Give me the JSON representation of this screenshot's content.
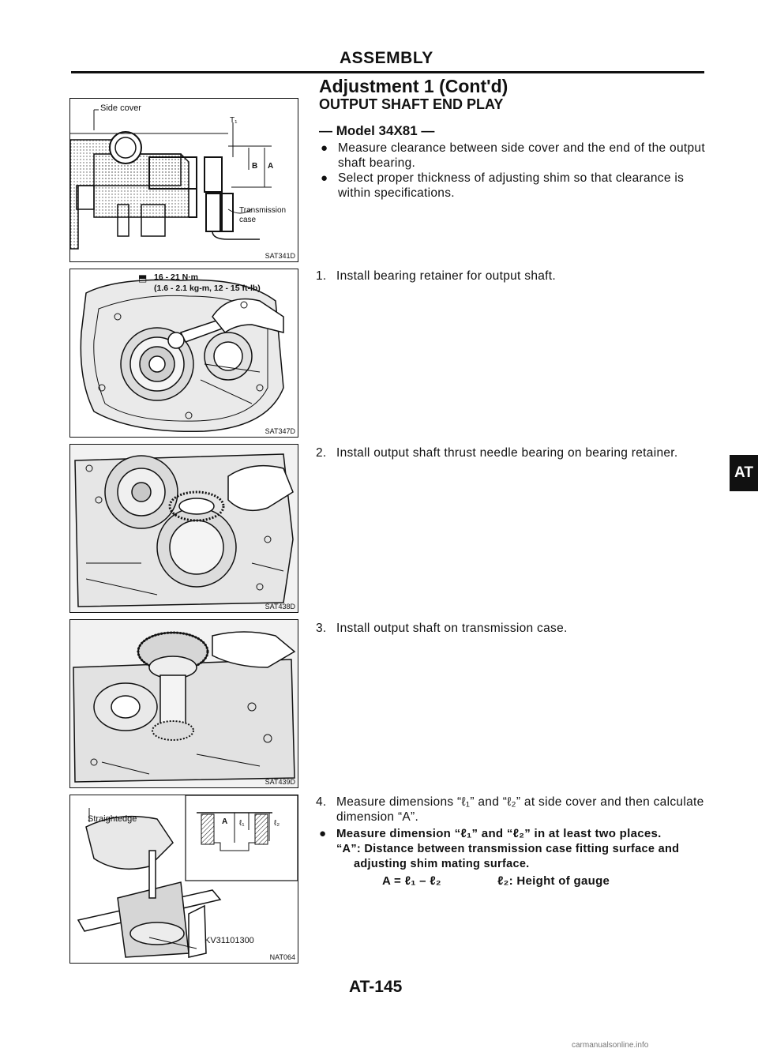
{
  "header": {
    "title": "ASSEMBLY"
  },
  "section": {
    "title": "Adjustment 1 (Cont'd)",
    "subtitle": "OUTPUT SHAFT END PLAY",
    "model": "— Model 34X81 —"
  },
  "intro_bullets": [
    "Measure clearance between side cover and the end of the output shaft bearing.",
    "Select proper thickness of adjusting shim so that clearance is within specifications."
  ],
  "steps": [
    {
      "num": "1.",
      "text": "Install bearing retainer for output shaft."
    },
    {
      "num": "2.",
      "text": "Install output shaft thrust needle bearing on bearing retainer."
    },
    {
      "num": "3.",
      "text": "Install output shaft on transmission case."
    },
    {
      "num": "4.",
      "text": "Measure dimensions “ℓ₁” and “ℓ₂” at side cover and then calculate dimension “A”."
    }
  ],
  "step4_bullet": {
    "text": "Measure dimension “ℓ₁” and “ℓ₂” in at least two places.",
    "definition": "“A”: Distance between transmission case fitting surface and adjusting shim mating surface.",
    "formula": "A = ℓ₁ – ℓ₂",
    "gauge_note": "ℓ₂: Height of gauge"
  },
  "figures": [
    {
      "code": "SAT341D",
      "labels": {
        "side_cover": "Side cover",
        "t1": "T₁",
        "b": "B",
        "a": "A",
        "case": "Transmission case"
      }
    },
    {
      "code": "SAT347D",
      "labels": {
        "torque_1": "16 - 21 N·m",
        "torque_2": "(1.6 - 2.1 kg-m, 12 - 15 ft-lb)"
      }
    },
    {
      "code": "SAT438D"
    },
    {
      "code": "SAT439D"
    },
    {
      "code": "NAT064",
      "labels": {
        "straightedge": "Straightedge",
        "tool": "KV31101300",
        "a": "A",
        "l1": "ℓ₁",
        "l2": "ℓ₂"
      }
    }
  ],
  "side_tab": "AT",
  "page_number": "AT-145",
  "footer": "carmanualsonline.info"
}
